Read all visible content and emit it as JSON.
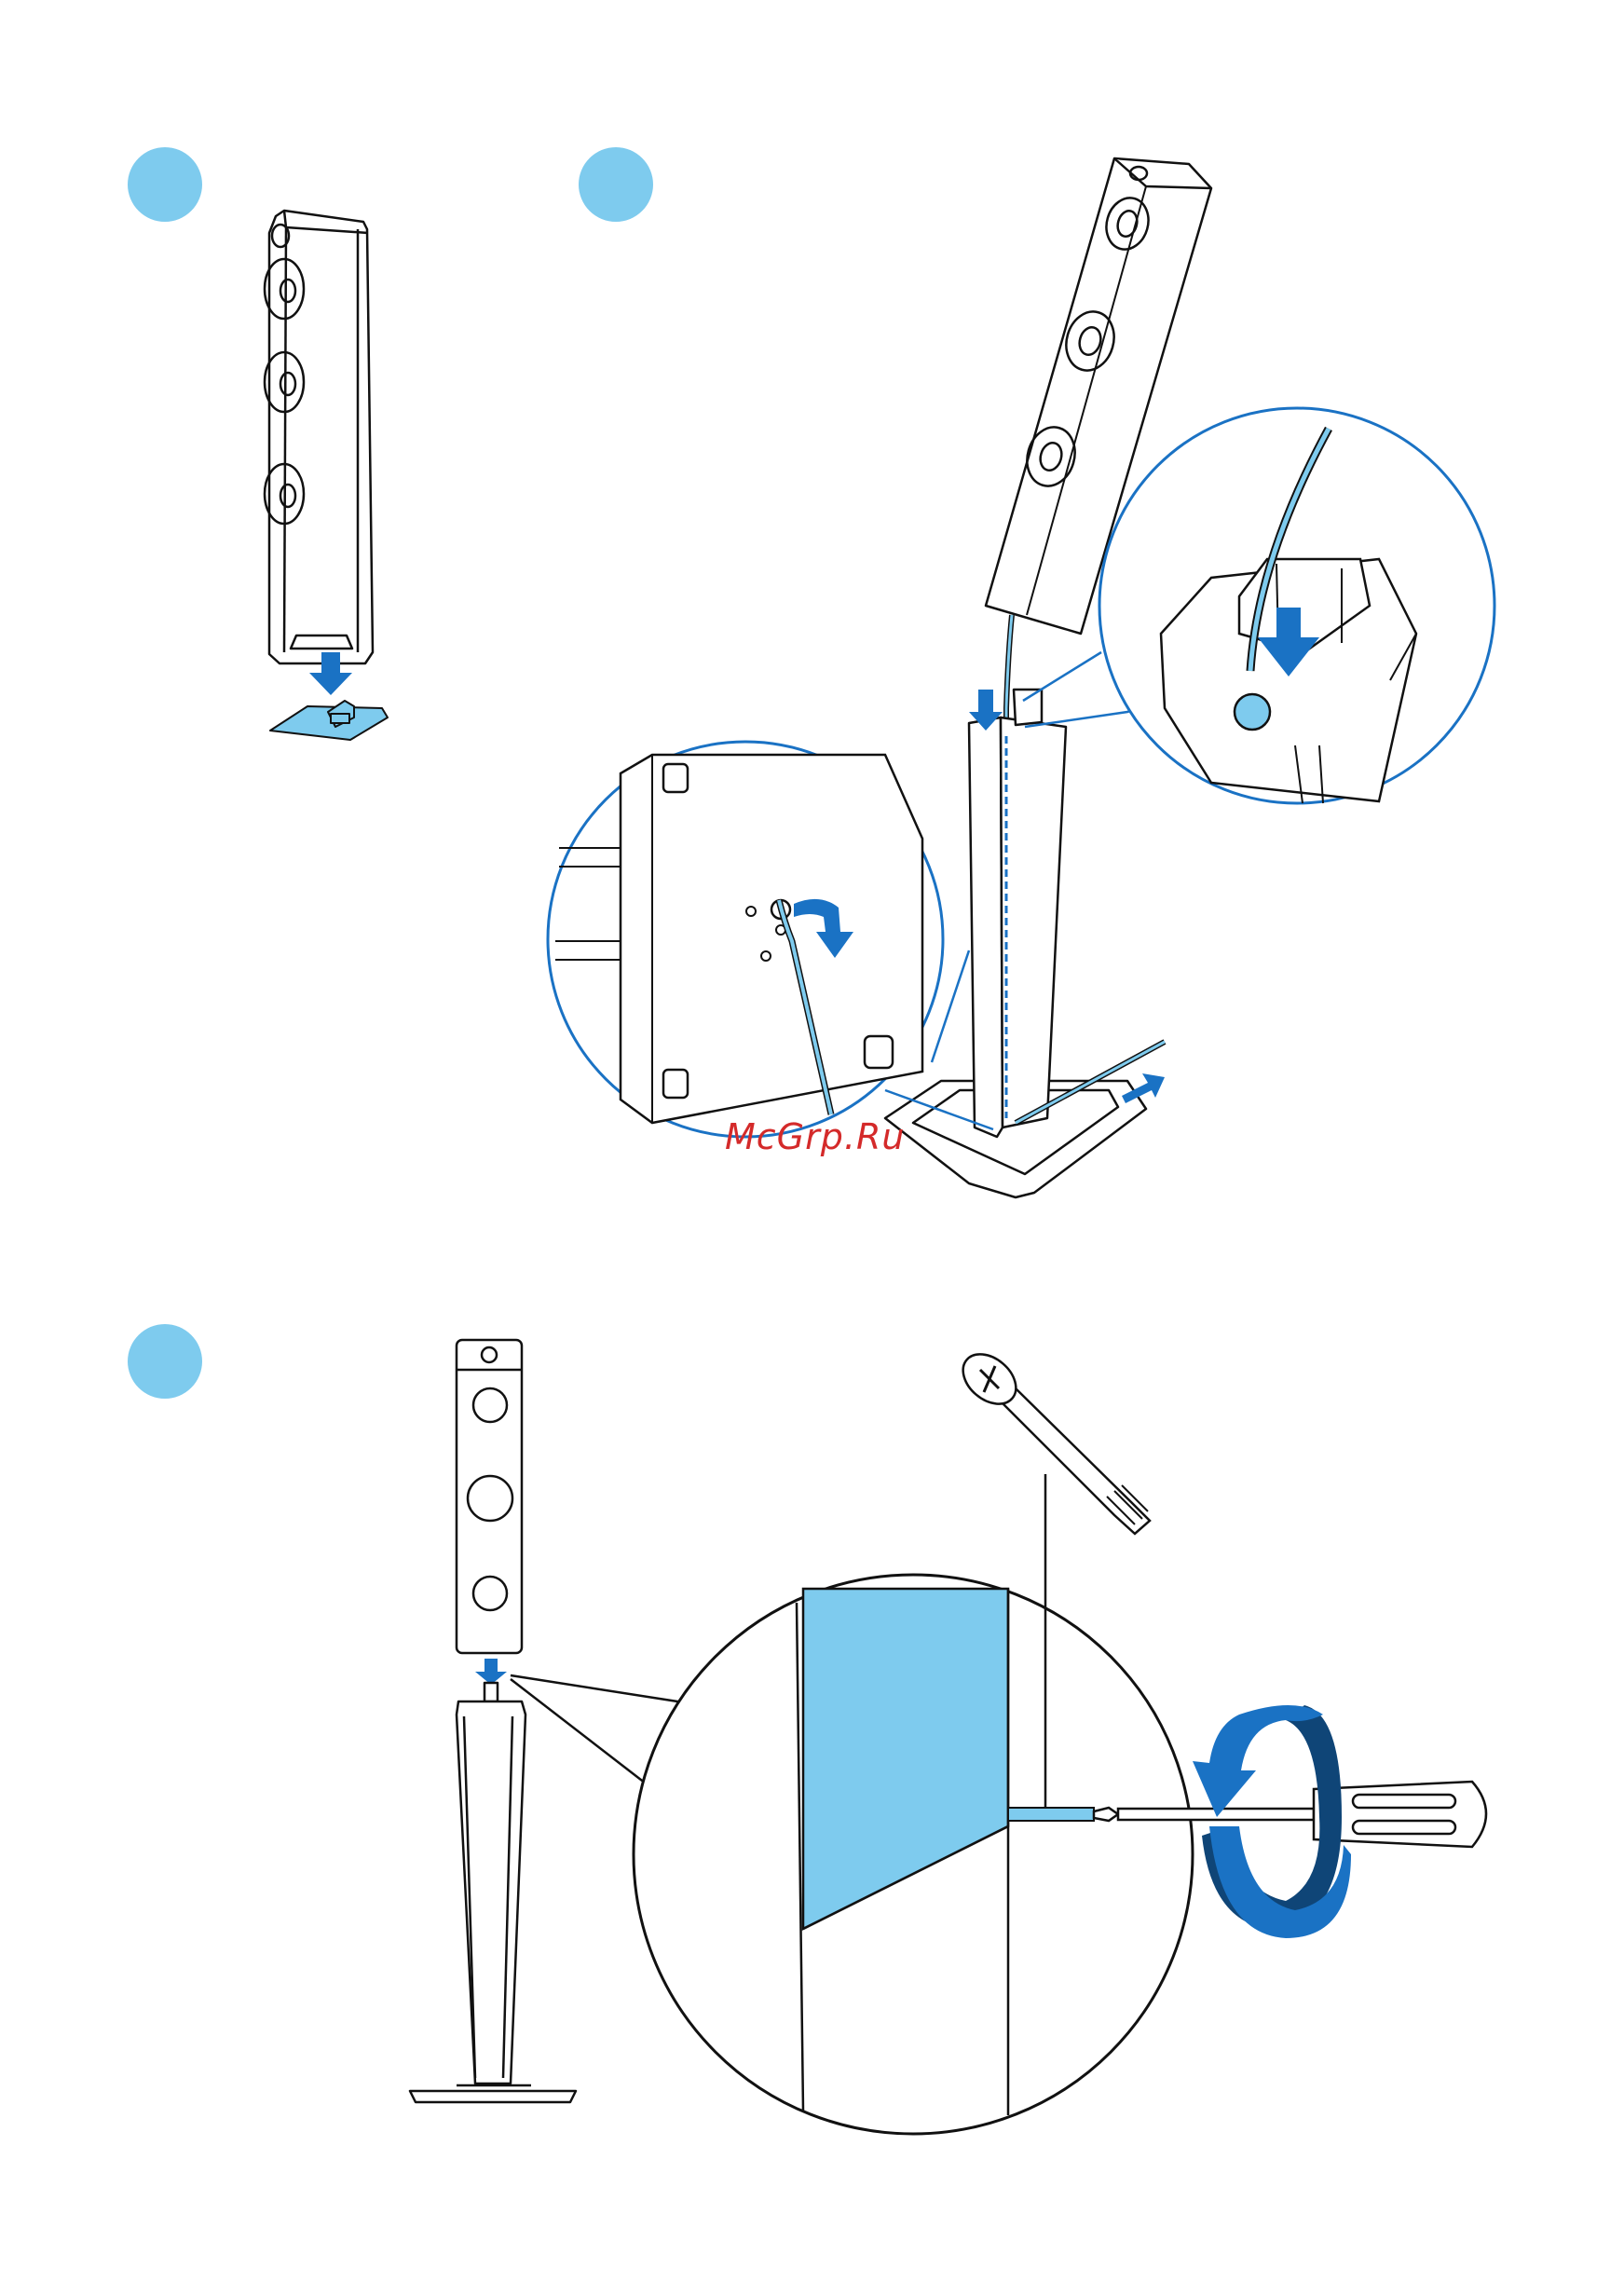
{
  "colors": {
    "step_badge": "#7ecbee",
    "arrow_blue": "#1a72c4",
    "cable_blue": "#7ecbee",
    "dark_blue": "#0f4577",
    "line": "#111111",
    "watermark": "#d42a2a"
  },
  "steps": [
    {
      "id": "step-1",
      "badge": ""
    },
    {
      "id": "step-2",
      "badge": ""
    },
    {
      "id": "step-3",
      "badge": ""
    }
  ],
  "icons": [
    "down-arrow-icon",
    "curved-arrow-icon",
    "rotate-arrow-icon",
    "screwdriver-icon",
    "screw-icon"
  ],
  "watermark": "McGrp.Ru"
}
